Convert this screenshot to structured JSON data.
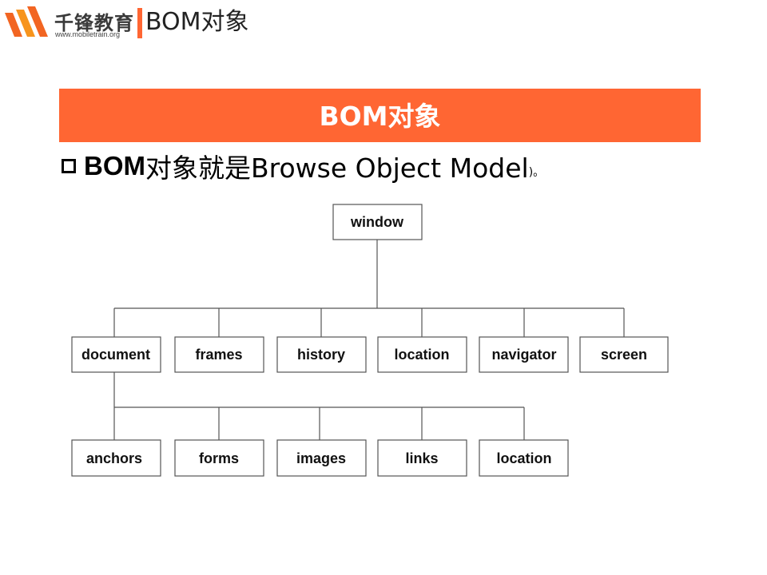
{
  "header": {
    "brand_name": "千锋教育",
    "brand_url": "www.mobiletrain.org",
    "title": "BOM对象",
    "accent": "#ff6633"
  },
  "banner": {
    "title": "BOM对象"
  },
  "bullet": {
    "strong": "BOM",
    "text": "对象就是Browse Object Model",
    "tail": ")。"
  },
  "tree": {
    "root": "window",
    "level1": [
      "document",
      "frames",
      "history",
      "location",
      "navigator",
      "screen"
    ],
    "level2": [
      "anchors",
      "forms",
      "images",
      "links",
      "location"
    ],
    "level2_parent": "document"
  }
}
